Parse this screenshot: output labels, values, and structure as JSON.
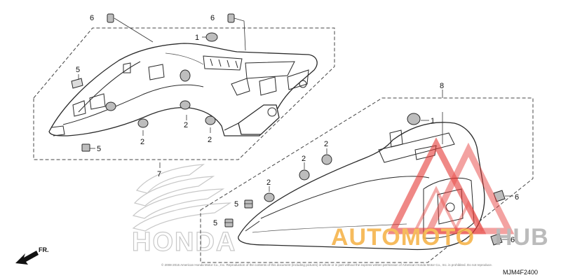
{
  "diagram": {
    "callouts": {
      "c1a": "1",
      "c1b": "1",
      "c2a": "2",
      "c2b": "2",
      "c2c": "2",
      "c2d": "2",
      "c2e": "2",
      "c2f": "2",
      "c5a": "5",
      "c5b": "5",
      "c5c": "5",
      "c5d": "5",
      "c6a": "6",
      "c6b": "6",
      "c6c": "6",
      "c6d": "6",
      "c7": "7",
      "c8": "8"
    },
    "direction_label": "FR.",
    "drawing_code": "MJM4F2400",
    "copyright": "© 2008-2015 American Honda Motor Co., Inc. Reproduction of the contents of this document (including pictures) in whole or in part without the express written permission of American Honda Motor Co., Inc. is prohibited. Do not reproduce.",
    "brand_mark": "HONDA",
    "watermark": {
      "part1": "AUTOMOTO",
      "part2": "HUB"
    }
  },
  "colors": {
    "watermark_orange": "#f5b041",
    "watermark_red": "#e53935",
    "watermark_gray": "#b0b0b0",
    "line": "#2a2a2a"
  }
}
